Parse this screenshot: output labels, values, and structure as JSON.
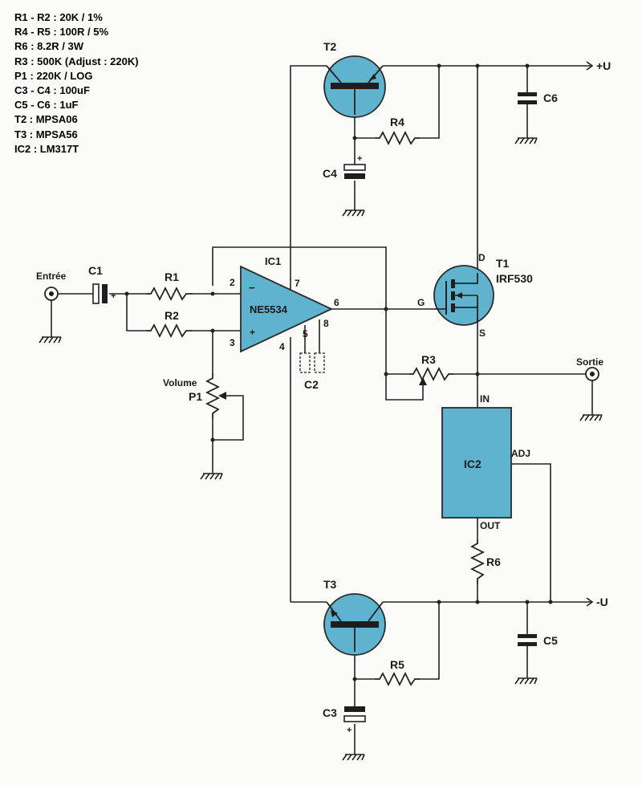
{
  "legend": [
    "R1 - R2 : 20K / 1%",
    "R4 - R5 : 100R / 5%",
    "R6 : 8.2R / 3W",
    "R3 : 500K (Adjust : 220K)",
    "P1 : 220K / LOG",
    "C3 - C4 : 100uF",
    "C5 - C6 : 1uF",
    "T2 : MPSA06",
    "T3 : MPSA56",
    "IC2 : LM317T"
  ],
  "labels": {
    "supply_pos": "+U",
    "supply_neg": "-U",
    "input": "Entrée",
    "output": "Sortie",
    "volume": "Volume",
    "c1": "C1",
    "r1": "R1",
    "r2": "R2",
    "r3": "R3",
    "r4": "R4",
    "r5": "R5",
    "r6": "R6",
    "p1": "P1",
    "c2": "C2",
    "c3": "C3",
    "c4": "C4",
    "c5": "C5",
    "c6": "C6",
    "t1": "T1",
    "t1_part": "IRF530",
    "t2": "T2",
    "t3": "T3",
    "ic1": "IC1",
    "ic1_part": "NE5534",
    "ic2": "IC2",
    "pin_2": "2",
    "pin_3": "3",
    "pin_4": "4",
    "pin_5": "5",
    "pin_6": "6",
    "pin_7": "7",
    "pin_8": "8",
    "pin_minus": "−",
    "pin_plus": "+",
    "mos_d": "D",
    "mos_g": "G",
    "mos_s": "S",
    "ic2_in": "IN",
    "ic2_adj": "ADJ",
    "ic2_out": "OUT",
    "plus_sign": "+"
  },
  "colors": {
    "component_fill": "#5fb3cf",
    "ink": "#222222",
    "paper": "#fbfbf8"
  }
}
